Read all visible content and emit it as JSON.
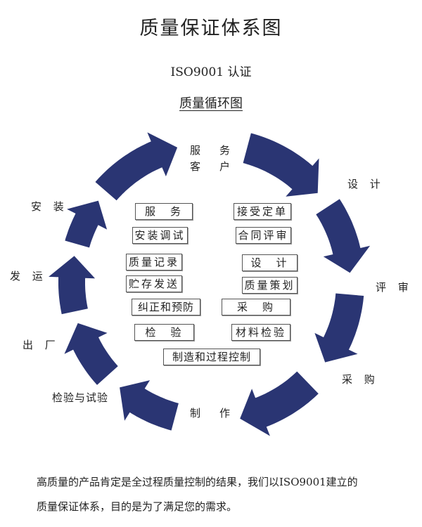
{
  "title": "质量保证体系图",
  "subtitle": "ISO9001 认证",
  "cycle_title": "质量循环图",
  "arrow_color": "#2a3573",
  "stage_labels": {
    "service_customer_1": "服　务",
    "service_customer_2": "客　户",
    "design": "设 计",
    "review": "评 审",
    "purchase": "采 购",
    "manufacture": "制　作",
    "inspection_test": "检验与试验",
    "leave_factory": "出 厂",
    "ship": "发 运",
    "install": "安 装"
  },
  "left_boxes": [
    "服　务",
    "安装调试",
    "质量记录",
    "贮存发送",
    "纠正和预防",
    "检　验"
  ],
  "right_boxes": [
    "接受定单",
    "合同评审",
    "设　计",
    "质量策划",
    "采　购",
    "材料检验"
  ],
  "bottom_box": "制造和过程控制",
  "footer": {
    "line1": "高质量的产品肯定是全过程质量控制的结果，我们以ISO9001建立的",
    "line2": "质量保证体系，目的是为了满足您的需求。"
  }
}
